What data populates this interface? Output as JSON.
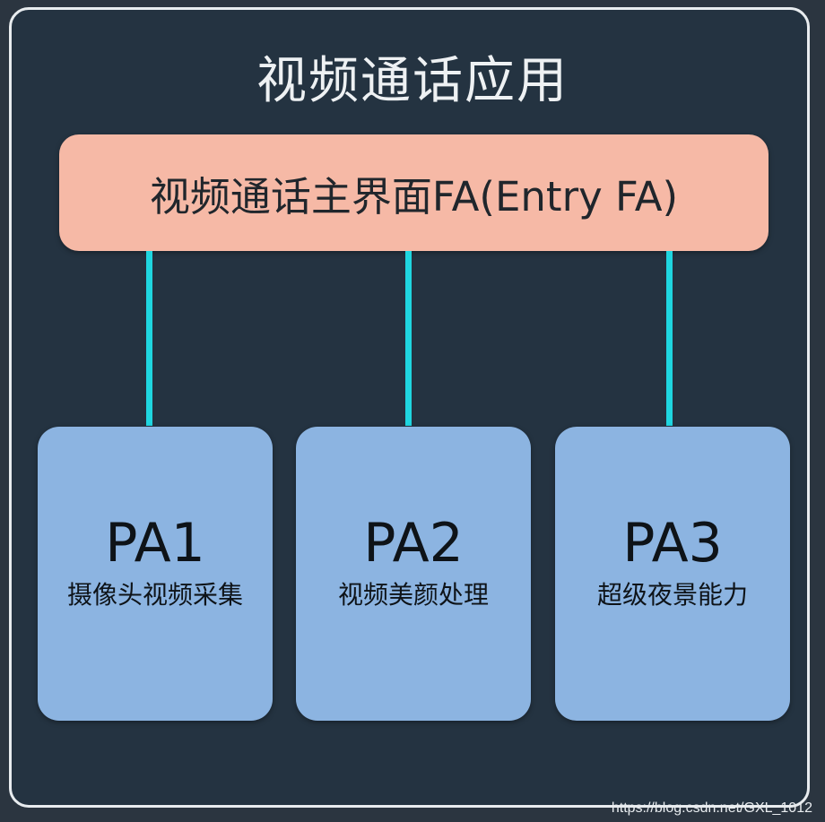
{
  "title": "视频通话应用",
  "main_fa": {
    "label": "视频通话主界面FA(Entry FA)"
  },
  "pas": [
    {
      "name": "PA1",
      "description": "摄像头视频采集"
    },
    {
      "name": "PA2",
      "description": "视频美颜处理"
    },
    {
      "name": "PA3",
      "description": "超级夜景能力"
    }
  ],
  "watermark": "https://blog.csdn.net/GXL_1012",
  "colors": {
    "background": "#243341",
    "main_fa": "#f6b9a6",
    "pa_box": "#8cb4e1",
    "connector": "#1fd6e0"
  }
}
